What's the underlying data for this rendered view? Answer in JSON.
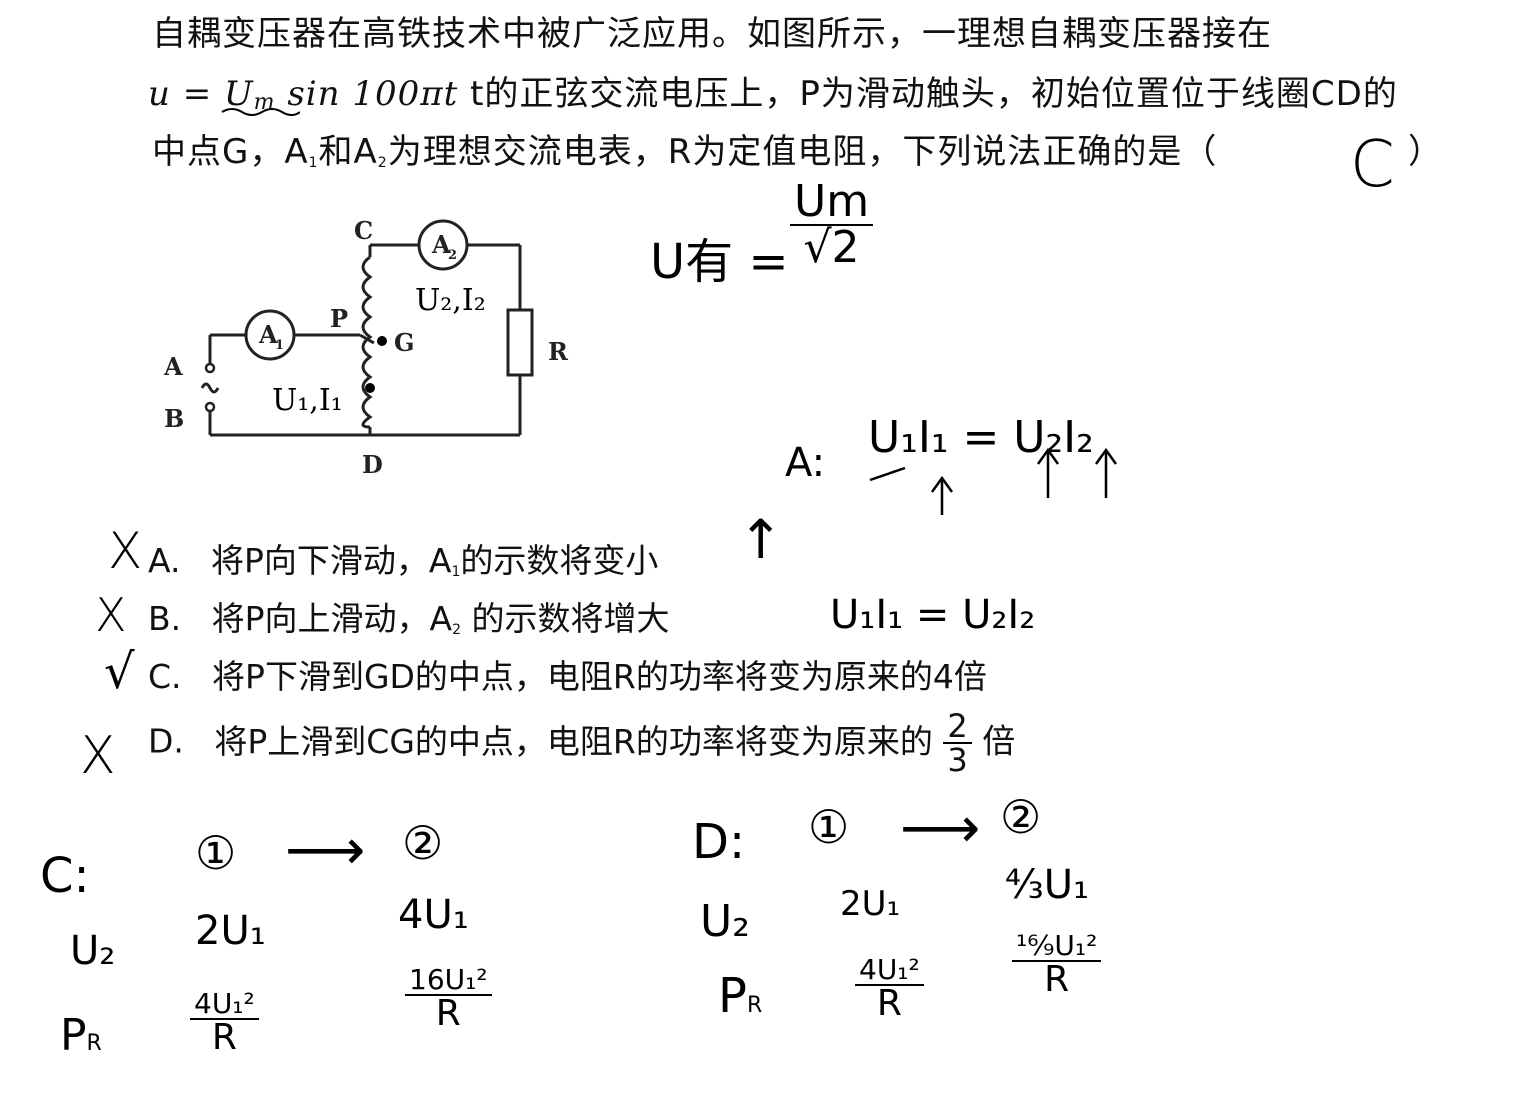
{
  "question": {
    "line1": "自耦变压器在高铁技术中被广泛应用。如图所示，一理想自耦变压器接在",
    "line2_formula": "u = U",
    "line2_formula_sub": "m",
    "line2_formula_rest": " sin 100πt",
    "line2_rest": " t的正弦交流电压上，P为滑动触头，初始位置位于线圈CD的",
    "line3_a": "中点G，A",
    "line3_sub1": "1",
    "line3_b": "和A",
    "line3_sub2": "2",
    "line3_c": "为理想交流电表，R为定值电阻，下列说法正确的是（",
    "line3_close": "）",
    "answer_handwritten": "C"
  },
  "circuit": {
    "label_C": "C",
    "label_D": "D",
    "label_A": "A",
    "label_B": "B",
    "label_P": "P",
    "label_G": "G",
    "label_R": "R",
    "meter1": "A",
    "meter1_sub": "1",
    "meter2": "A",
    "meter2_sub": "2",
    "note_u2i2": "U₂,I₂",
    "note_u1i1": "U₁,I₁"
  },
  "options": [
    {
      "mark": "X",
      "letter": "A.",
      "text_a": "将P向下滑动，A",
      "sub": "1",
      "text_b": "的示数将变小",
      "fix": "↑"
    },
    {
      "mark": "X",
      "letter": "B.",
      "text_a": "将P向上滑动，A",
      "sub": "2",
      "text_b": " 的示数将增大"
    },
    {
      "mark": "√",
      "letter": "C.",
      "text_a": "将P下滑到GD的中点，电阻R的功率将变为原来的4倍"
    },
    {
      "mark": "X",
      "letter": "D.",
      "text_a": "将P上滑到CG的中点，电阻R的功率将变为原来的",
      "frac_num": "2",
      "frac_den": "3",
      "text_b": "倍"
    }
  ],
  "notes": {
    "u_eff_lhs": "U有 =",
    "u_eff_num": "Um",
    "u_eff_den": "√2",
    "a_label": "A:",
    "a_eq": "U₁I₁ = U₂I₂",
    "b_eq": "U₁I₁ = U₂I₂",
    "c_label": "C:",
    "d_label": "D:",
    "state1": "①",
    "state2": "②",
    "arrow": "⟶",
    "row_u2": "U₂",
    "row_pr": "P",
    "row_pr_sub": "R",
    "c_u2_1": "2U₁",
    "c_u2_2": "4U₁",
    "c_pr_1_num": "4U₁²",
    "c_pr_2_num": "16U₁²",
    "pr_den": "R",
    "d_u2_1": "2U₁",
    "d_u2_2": "⁴⁄₃U₁",
    "d_pr_1_num": "4U₁²",
    "d_pr_2_num": "¹⁶⁄₉U₁²"
  }
}
